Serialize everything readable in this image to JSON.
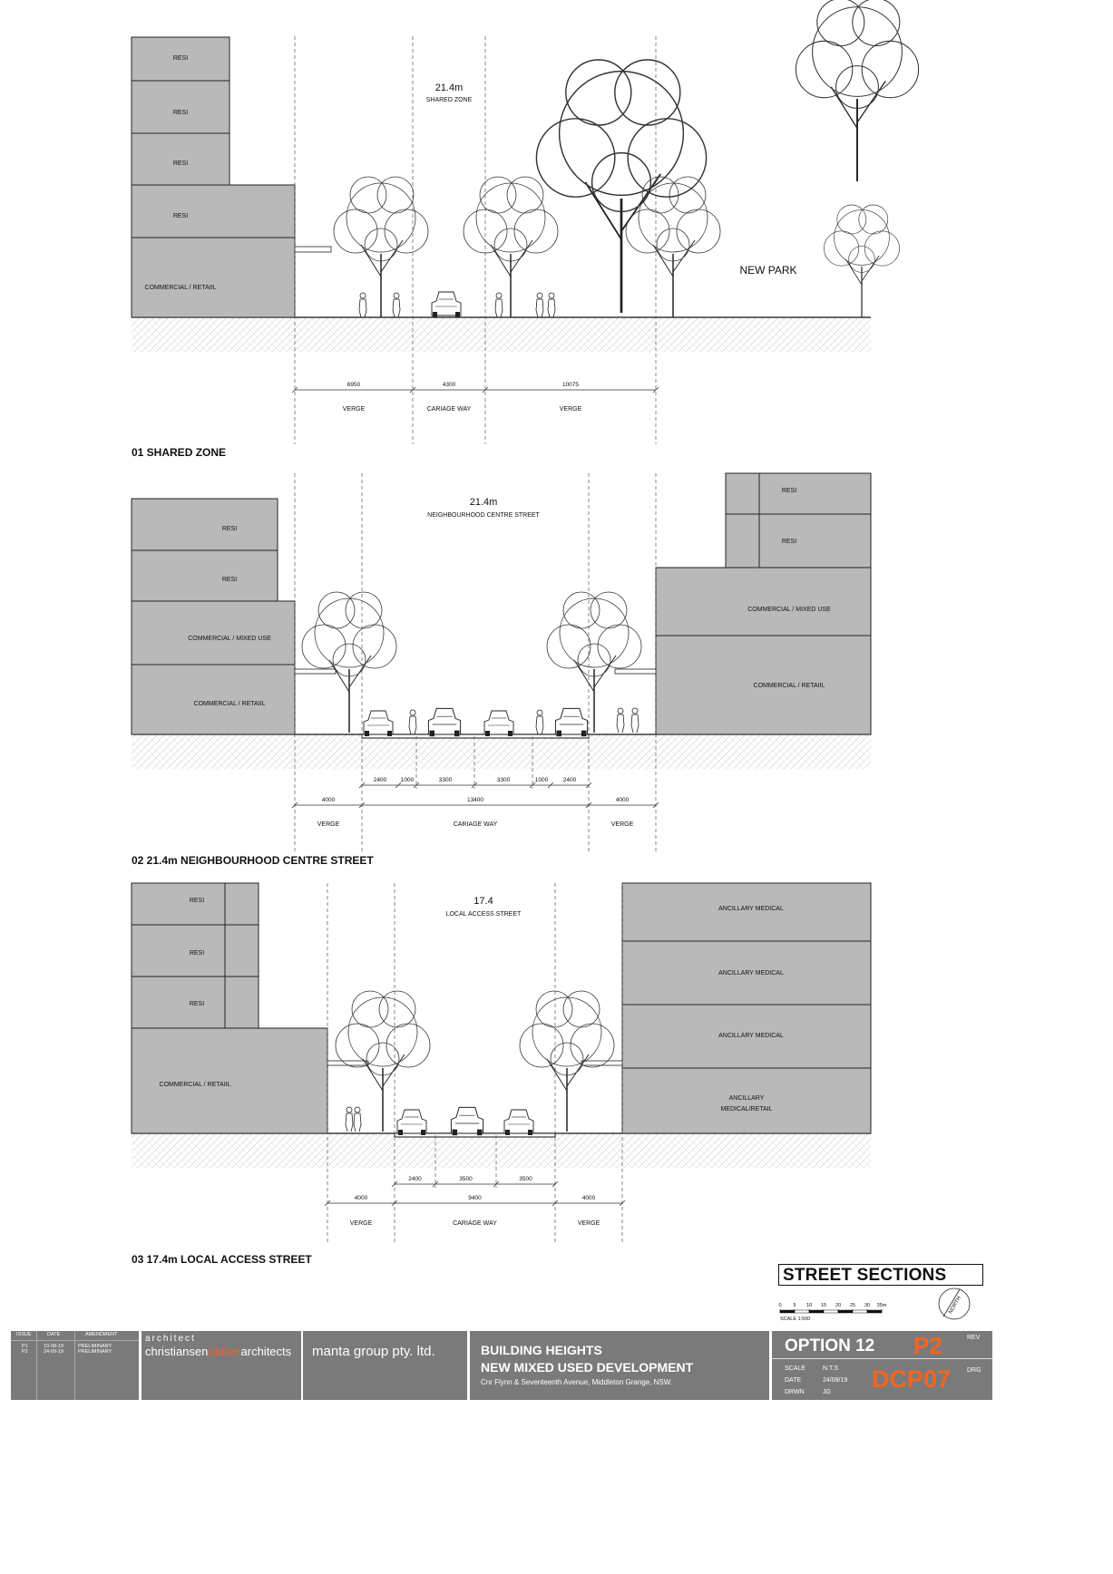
{
  "sections": [
    {
      "caption": "01 SHARED ZONE",
      "width_label": "21.4m",
      "street_label": "SHARED ZONE",
      "left_building": [
        "RESI",
        "RESI",
        "RESI",
        "RESI",
        "COMMERCIAL / RETAIIL"
      ],
      "right_label": "NEW PARK",
      "dims": [
        "6950",
        "4300",
        "10075"
      ],
      "zones": [
        "VERGE",
        "CARIAGE WAY",
        "VERGE"
      ]
    },
    {
      "caption": "02 21.4m NEIGHBOURHOOD CENTRE STREET",
      "width_label": "21.4m",
      "street_label": "NEIGHBOURHOOD CENTRE STREET",
      "left_building": [
        "RESI",
        "RESI",
        "COMMERCIAL / MIXED USE",
        "COMMERCIAL / RETAIIL"
      ],
      "right_building": [
        "RESI",
        "RESI",
        "COMMERCIAL / MIXED USE",
        "COMMERCIAL / RETAIIL"
      ],
      "lane_dims": [
        "2400",
        "1000",
        "3300",
        "3300",
        "1000",
        "2400"
      ],
      "dims": [
        "4000",
        "13400",
        "4000"
      ],
      "zones": [
        "VERGE",
        "CARIAGE WAY",
        "VERGE"
      ]
    },
    {
      "caption": "03 17.4m LOCAL ACCESS STREET",
      "width_label": "17.4",
      "street_label": "LOCAL ACCESS STREET",
      "left_building": [
        "RESI",
        "RESI",
        "RESI",
        "COMMERCIAL / RETAIIL"
      ],
      "right_building": [
        "ANCILLARY MEDICAL",
        "ANCILLARY MEDICAL",
        "ANCILLARY MEDICAL",
        "ANCILLARY",
        "MEDICAL/RETAIL"
      ],
      "lane_dims": [
        "2400",
        "3500",
        "3500"
      ],
      "dims": [
        "4000",
        "9400",
        "4000"
      ],
      "zones": [
        "VERGE",
        "CARIAGE WAY",
        "VERGE"
      ]
    }
  ],
  "sheet_title": "STREET SECTIONS",
  "scale_bar": {
    "ticks": [
      "0",
      "5",
      "10",
      "15",
      "20",
      "25",
      "30",
      "35m"
    ],
    "label": "SCALE 1:500"
  },
  "north_label": "NORTH",
  "title_block": {
    "headers": [
      "ISSUE",
      "DATE",
      "AMENDMENT"
    ],
    "issues": [
      {
        "issue": "P1",
        "date": "10-08-19",
        "amendment": "PRELIMINARY"
      },
      {
        "issue": "P2",
        "date": "24-09-19",
        "amendment": "PRELIMINARY"
      }
    ],
    "architect_small": "architect",
    "architect_a": "christiansen",
    "architect_b": "obrien",
    "architect_c": "architects",
    "client": "manta group pty. ltd.",
    "project_line1": "BUILDING HEIGHTS",
    "project_line2": "NEW MIXED USED DEVELOPMENT",
    "address": "Cnr Flynn & Seventeenth Avenue, Middleton Grange, NSW.",
    "option": "OPTION 12",
    "rev_label": "REV",
    "rev": "P2",
    "drg_label": "DRG",
    "drg": "DCP07",
    "scale_label": "SCALE",
    "scale": "N.T.S",
    "date_label": "DATE",
    "date": "24/09/19",
    "drwn_label": "DRWN",
    "drwn": "JG"
  },
  "colors": {
    "building": "#b9b9b9",
    "accent": "#f26522",
    "titleblock": "#7a7a7a"
  }
}
